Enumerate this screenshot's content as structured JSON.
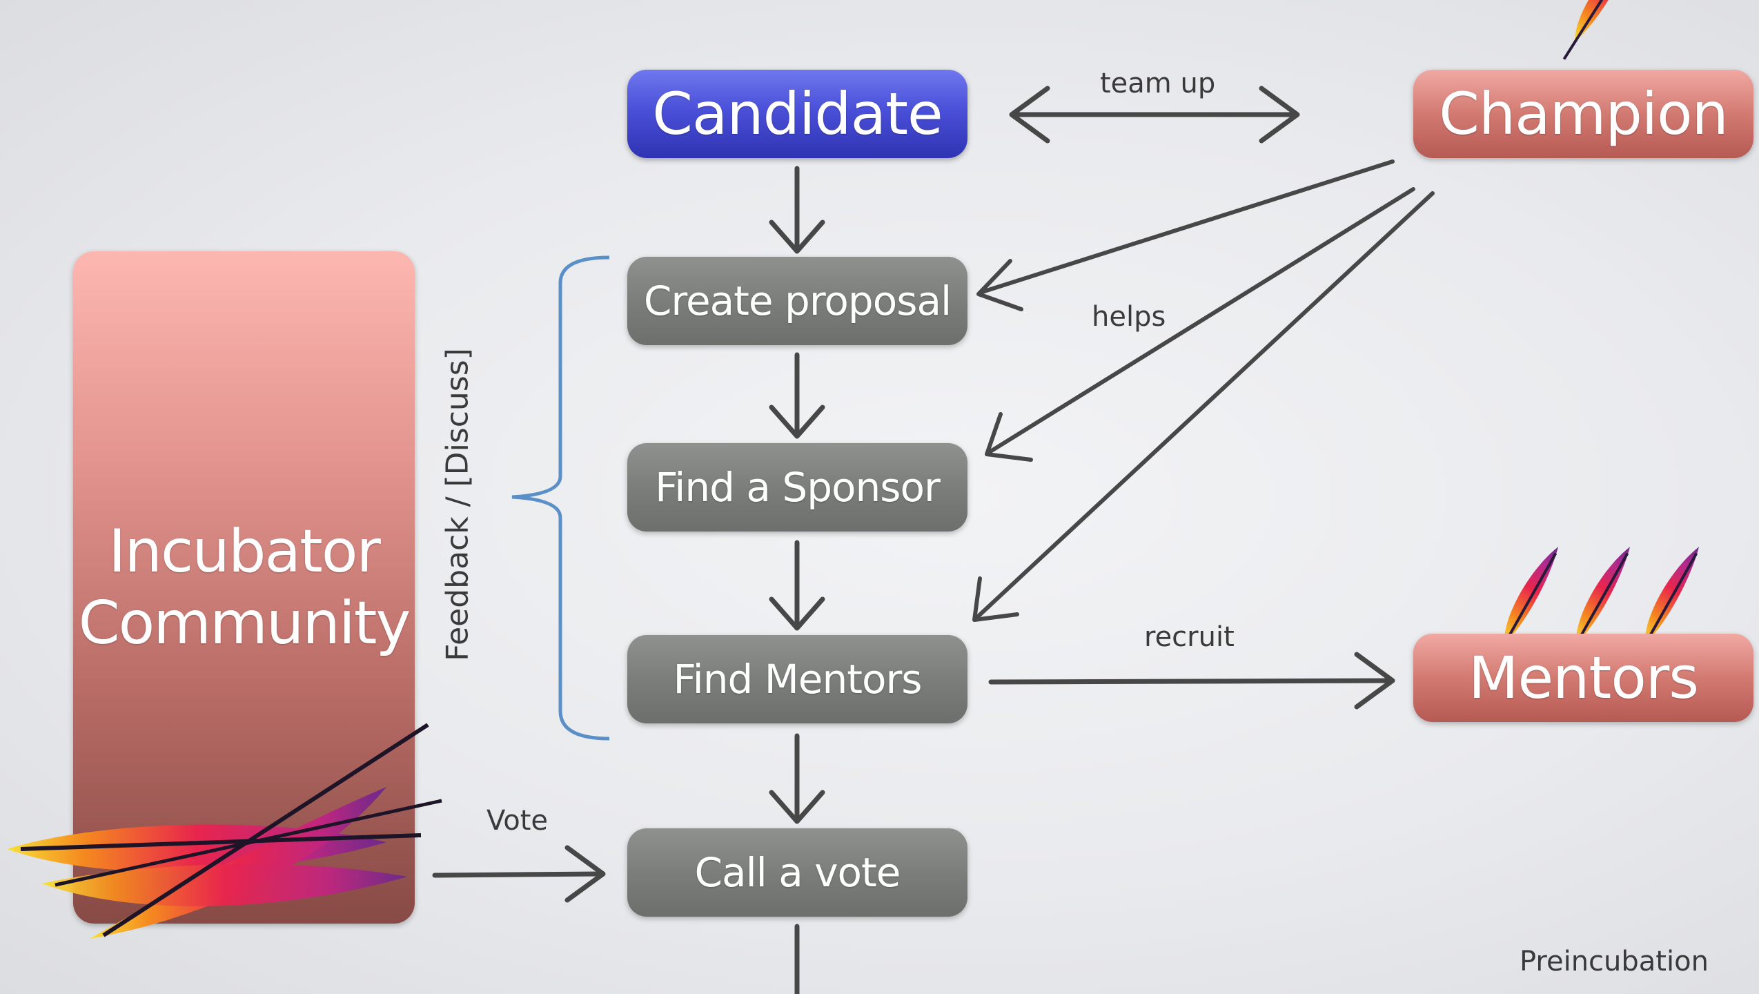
{
  "nodes": {
    "candidate": "Candidate",
    "champion": "Champion",
    "create_proposal": "Create proposal",
    "find_sponsor": "Find a Sponsor",
    "find_mentors": "Find Mentors",
    "call_vote": "Call a vote",
    "mentors": "Mentors",
    "incubator_line1": "Incubator",
    "incubator_line2": "Community"
  },
  "edge_labels": {
    "team_up": "team up",
    "helps": "helps",
    "recruit": "recruit",
    "vote": "Vote",
    "feedback": "Feedback / [Discuss]"
  },
  "footer": {
    "stage": "Preincubation"
  },
  "colors": {
    "candidate": "#4a50d8",
    "steps": "#7a7c7a",
    "champion_mentors": "#d27a72",
    "incubator": "#e4958f",
    "bracket": "#5b8fc7",
    "arrows": "#444444"
  },
  "icons": [
    "apache-feather-icon"
  ]
}
